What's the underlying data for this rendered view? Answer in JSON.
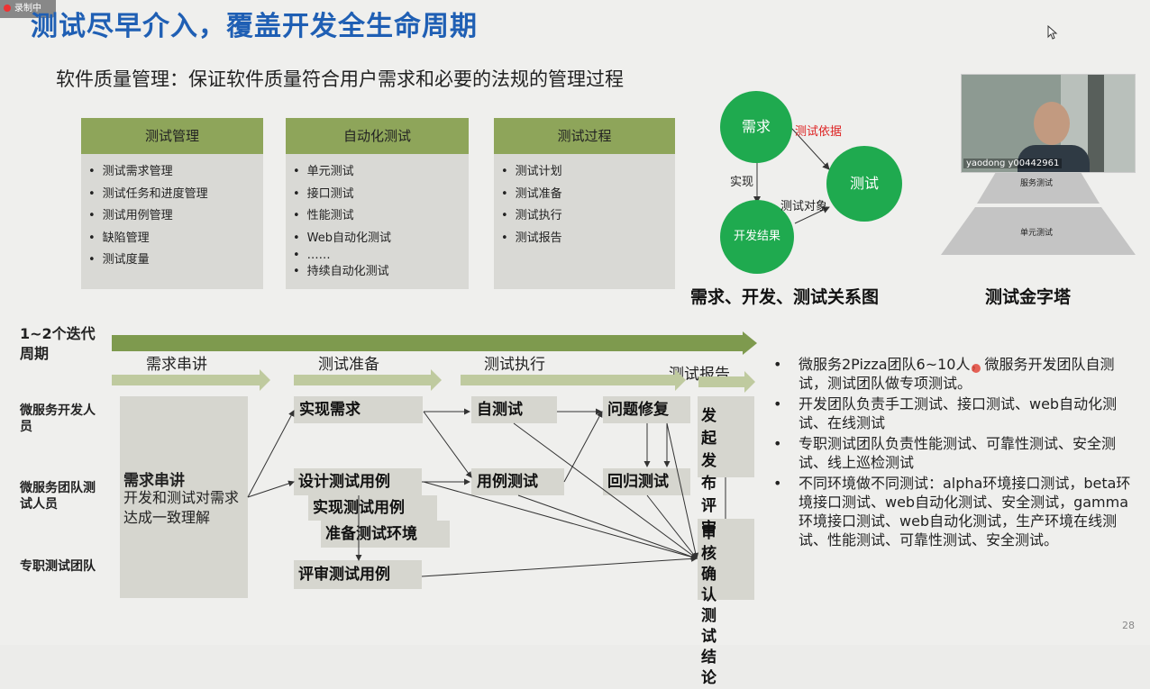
{
  "recorder": {
    "label": "录制中"
  },
  "title": "测试尽早介入，覆盖开发全生命周期",
  "subtitle": "软件质量管理：保证软件质量符合用户需求和必要的法规的管理过程",
  "cards": [
    {
      "header": "测试管理",
      "items": [
        "测试需求管理",
        "测试任务和进度管理",
        "测试用例管理",
        "缺陷管理",
        "测试度量"
      ]
    },
    {
      "header": "自动化测试",
      "items": [
        "单元测试",
        "接口测试",
        "性能测试",
        "Web自动化测试",
        "……",
        "持续自动化测试"
      ]
    },
    {
      "header": "测试过程",
      "items": [
        "测试计划",
        "测试准备",
        "测试执行",
        "测试报告"
      ]
    }
  ],
  "relation": {
    "req": "需求",
    "test": "测试",
    "dev": "开发结果",
    "basis": "测试依据",
    "implement": "实现",
    "object": "测试对象",
    "caption": "需求、开发、测试关系图"
  },
  "video": {
    "name": "yaodong y00442961"
  },
  "pyramid": {
    "layer_service": "服务测试",
    "layer_unit": "单元测试",
    "caption": "测试金字塔"
  },
  "flow": {
    "cycle": "1~2个迭代周期",
    "phases": [
      "需求串讲",
      "测试准备",
      "测试执行",
      "测试报告"
    ],
    "roles": [
      "微服务开发人员",
      "微服务团队测试人员",
      "专职测试团队"
    ],
    "req_box_title": "需求串讲",
    "req_box_desc": "开发和测试对需求达成一致理解",
    "impl_req": "实现需求",
    "design_case": "设计测试用例",
    "impl_case": "实现测试用例",
    "prep_env": "准备测试环境",
    "review_case": "评审测试用例",
    "self_test": "自测试",
    "case_test": "用例测试",
    "fix": "问题修复",
    "regression": "回归测试",
    "release_review": "发起发布评审",
    "confirm": "审核确认测试结论"
  },
  "notes": [
    "微服务2Pizza团队6~10人，微服务开发团队自测试，测试团队做专项测试。",
    "开发团队负责手工测试、接口测试、web自动化测试、在线测试",
    "专职测试团队负责性能测试、可靠性测试、安全测试、线上巡检测试",
    "不同环境做不同测试：alpha环境接口测试，beta环境接口测试、web自动化测试、安全测试，gamma环境接口测试、web自动化测试，生产环境在线测试、性能测试、可靠性测试、安全测试。"
  ],
  "page_number": "28",
  "colors": {
    "title": "#1f5fb4",
    "card_header": "#8ea55a",
    "circle": "#1faa4f",
    "arrow": "#7e9a4e"
  }
}
